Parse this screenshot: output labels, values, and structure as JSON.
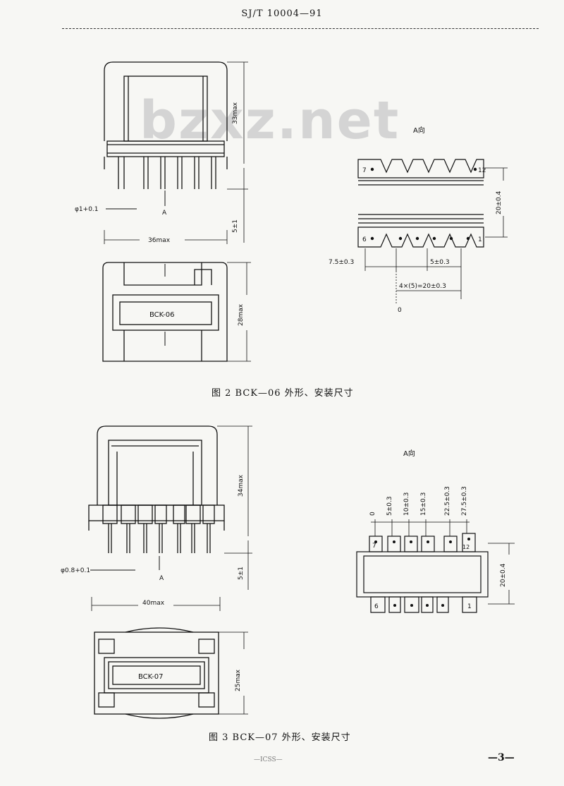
{
  "header": {
    "code": "SJ/T 10004—91"
  },
  "watermark": "bzxz.net",
  "figure2": {
    "dim_height": "33max",
    "pin_diameter": "φ1+0.1",
    "pin_label": "A",
    "pin_length": "5±1",
    "width_max": "36max",
    "depth_max": "28max",
    "part_label": "BCK-06",
    "view_title": "A向",
    "pin_top_left": "7",
    "pin_top_right": "12",
    "pin_bottom_left": "6",
    "pin_bottom_right": "1",
    "row_spacing": "20±0.4",
    "pitch_left": "7.5±0.3",
    "pitch": "5±0.3",
    "pitch_total": "4×(5)=20±0.3",
    "origin": "0",
    "caption": "图 2   BCK—06 外形、安装尺寸"
  },
  "figure3": {
    "dim_height": "34max",
    "pin_diameter": "φ0.8+0.1",
    "pin_label": "A",
    "pin_length": "5±1",
    "width_max": "40max",
    "depth_max": "25max",
    "part_label": "BCK-07",
    "view_title": "A向",
    "positions": [
      "0",
      "5±0.3",
      "10±0.3",
      "15±0.3",
      "22.5±0.3",
      "27.5±0.3"
    ],
    "pin_top_left": "7",
    "pin_top_right": "12",
    "pin_bottom_left": "6",
    "pin_bottom_right": "1",
    "row_spacing": "20±0.4",
    "caption": "图 3   BCK—07 外形、安装尺寸"
  },
  "footer": {
    "imprint": "—ICSS—",
    "page_number": "—3—"
  }
}
